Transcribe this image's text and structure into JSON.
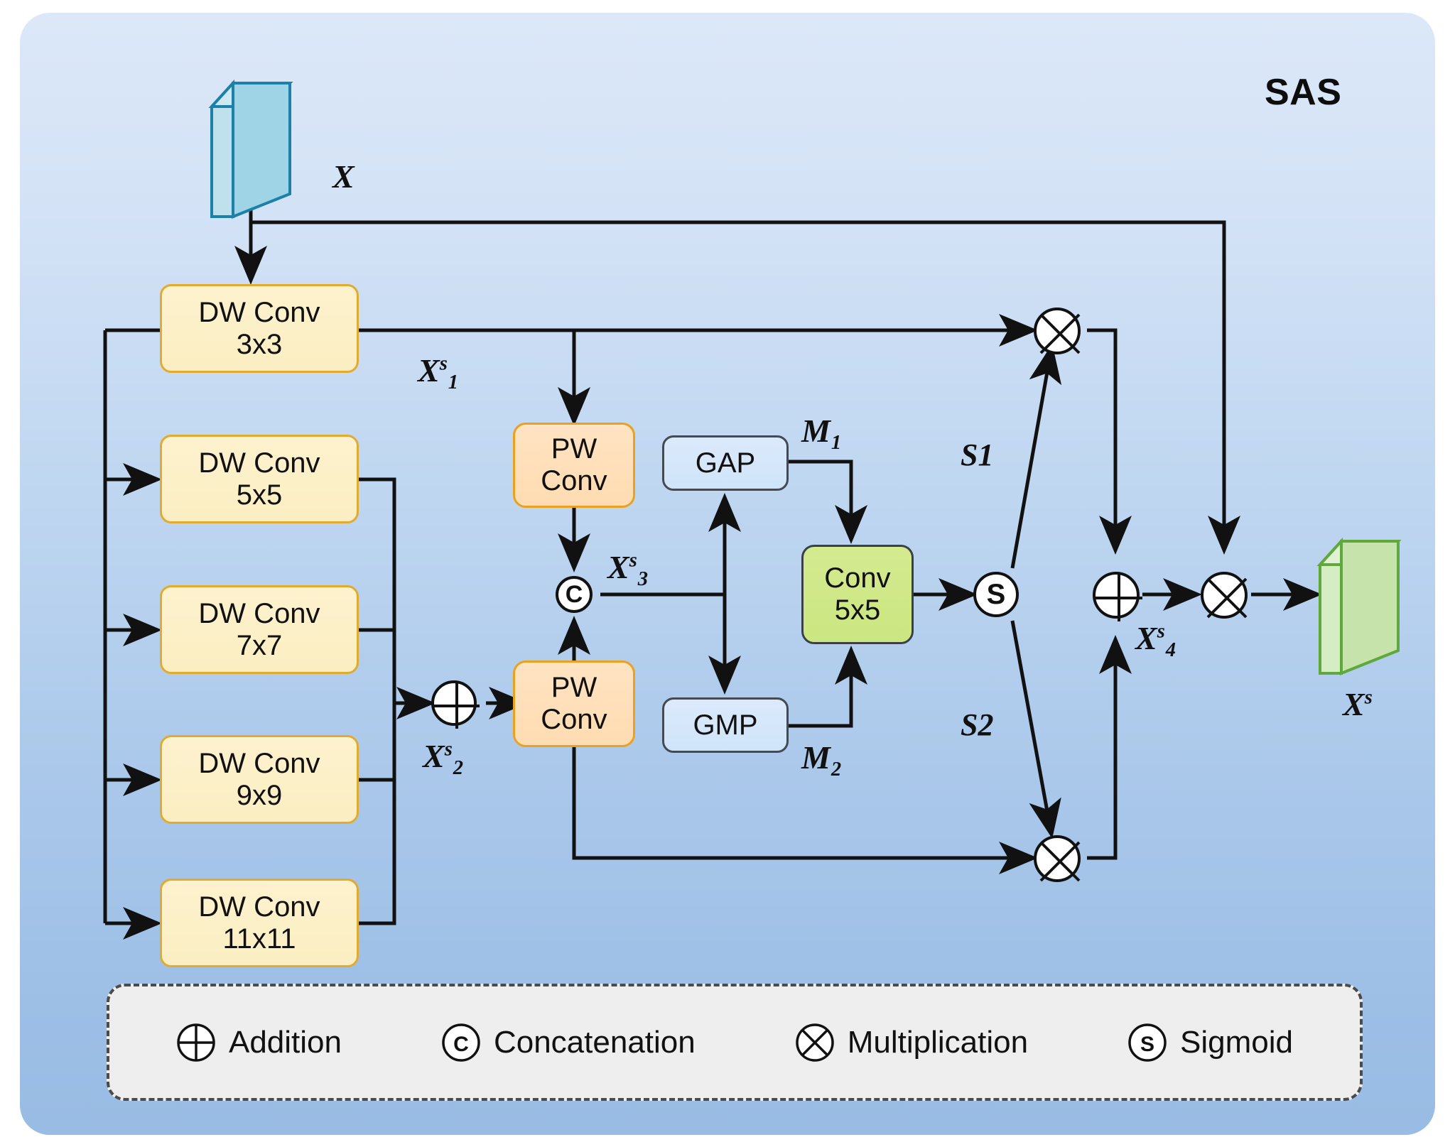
{
  "title": "SAS",
  "colors": {
    "panel_top": "#dce8f8",
    "panel_bottom": "#99bce4",
    "dw_fill": "#fbeec2",
    "dw_stroke": "#e0ab2e",
    "pw_fill": "#ffdcb2",
    "pw_stroke": "#e8a21f",
    "pool_fill": "#d6e7fb",
    "pool_stroke": "#444a51",
    "conv_fill": "#cbe681",
    "conv_stroke": "#3a4049",
    "input_tensor": "#9ed2e3",
    "input_tensor_stroke": "#1b81a8",
    "output_tensor": "#c4dfa4",
    "output_tensor_stroke": "#5fa83c",
    "wire": "#111111",
    "legend_bg": "#eeeeee",
    "legend_border": "#4b4b4b"
  },
  "tensors": {
    "input": {
      "label_base": "X",
      "label_sup": "",
      "label_sub": ""
    },
    "output": {
      "label_base": "X",
      "label_sup": "s",
      "label_sub": ""
    }
  },
  "blocks": {
    "dw_convs": [
      {
        "line1": "DW Conv",
        "line2": "3x3"
      },
      {
        "line1": "DW Conv",
        "line2": "5x5"
      },
      {
        "line1": "DW Conv",
        "line2": "7x7"
      },
      {
        "line1": "DW Conv",
        "line2": "9x9"
      },
      {
        "line1": "DW Conv",
        "line2": "11x11"
      }
    ],
    "pw_conv_top": {
      "line1": "PW",
      "line2": "Conv"
    },
    "pw_conv_bottom": {
      "line1": "PW",
      "line2": "Conv"
    },
    "gap": {
      "line1": "GAP"
    },
    "gmp": {
      "line1": "GMP"
    },
    "conv5x5": {
      "line1": "Conv",
      "line2": "5x5"
    }
  },
  "signal_labels": {
    "x": {
      "base": "X",
      "sup": "",
      "sub": ""
    },
    "xs1": {
      "base": "X",
      "sup": "s",
      "sub": "1"
    },
    "xs2": {
      "base": "X",
      "sup": "s",
      "sub": "2"
    },
    "xs3": {
      "base": "X",
      "sup": "s",
      "sub": "3"
    },
    "xs4": {
      "base": "X",
      "sup": "s",
      "sub": "4"
    },
    "xs_out": {
      "base": "X",
      "sup": "s",
      "sub": ""
    },
    "m1": {
      "base": "M",
      "sup": "",
      "sub": "1"
    },
    "m2": {
      "base": "M",
      "sup": "",
      "sub": "2"
    },
    "s1": {
      "base": "S1",
      "sup": "",
      "sub": ""
    },
    "s2": {
      "base": "S2",
      "sup": "",
      "sub": ""
    }
  },
  "operators": {
    "concat": "C",
    "sigmoid": "S",
    "addition": "plus",
    "multiplication": "times"
  },
  "legend": [
    {
      "glyph": "addition-glyph",
      "label": "Addition"
    },
    {
      "glyph": "concatenation-glyph",
      "label": "Concatenation"
    },
    {
      "glyph": "multiplication-glyph",
      "label": "Multiplication"
    },
    {
      "glyph": "sigmoid-glyph",
      "label": "Sigmoid"
    }
  ]
}
